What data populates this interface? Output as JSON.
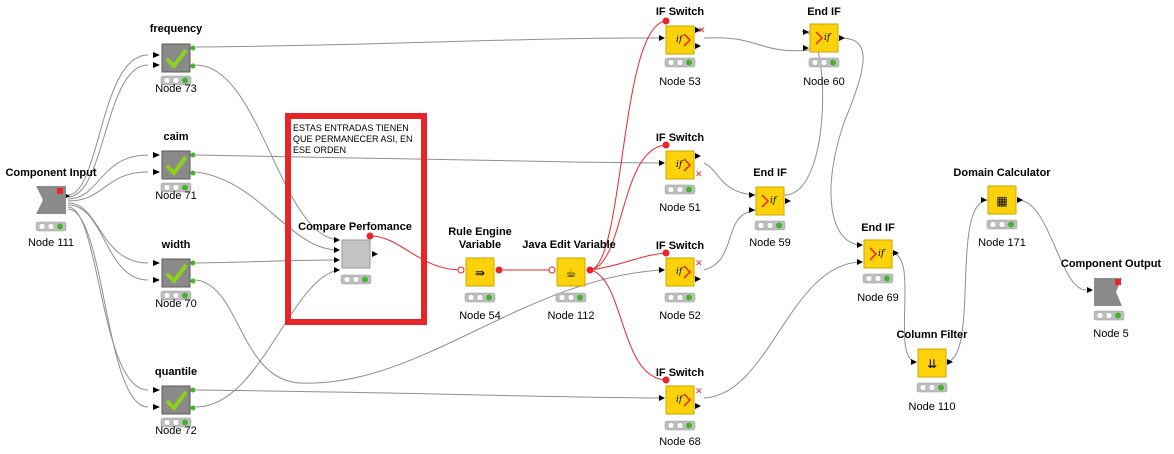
{
  "annotation": "ESTAS ENTRADAS TIENEN QUE PERMANECER ASI, EN ESE ORDEN",
  "nodes": {
    "component_input": {
      "title": "Component Input",
      "id": "Node 111"
    },
    "frequency": {
      "title": "frequency",
      "id": "Node 73"
    },
    "caim": {
      "title": "caim",
      "id": "Node 71"
    },
    "width": {
      "title": "width",
      "id": "Node 70"
    },
    "quantile": {
      "title": "quantile",
      "id": "Node 72"
    },
    "compare": {
      "title": "Compare Perfomance",
      "id": ""
    },
    "rule_engine": {
      "title": "Rule Engine\nVariable",
      "id": "Node 54"
    },
    "java_edit": {
      "title": "Java Edit Variable",
      "id": "Node 112"
    },
    "if53": {
      "title": "IF Switch",
      "id": "Node 53"
    },
    "if51": {
      "title": "IF Switch",
      "id": "Node 51"
    },
    "if52": {
      "title": "IF Switch",
      "id": "Node 52"
    },
    "if68": {
      "title": "IF Switch",
      "id": "Node 68"
    },
    "end60": {
      "title": "End IF",
      "id": "Node 60"
    },
    "end59": {
      "title": "End IF",
      "id": "Node 59"
    },
    "end69": {
      "title": "End IF",
      "id": "Node 69"
    },
    "column_filter": {
      "title": "Column Filter",
      "id": "Node 110"
    },
    "domain_calc": {
      "title": "Domain Calculator",
      "id": "Node 171"
    },
    "component_output": {
      "title": "Component Output",
      "id": "Node 5"
    }
  },
  "colors": {
    "metanode_gray": "#8a8a8a",
    "check_green": "#8cd11c",
    "knime_yellow": "#fdd20a",
    "flow_var_red": "#e8262a",
    "conn_gray": "#8f8f8f",
    "status_green": "#45b32e",
    "annotation_border": "#e8262a"
  }
}
